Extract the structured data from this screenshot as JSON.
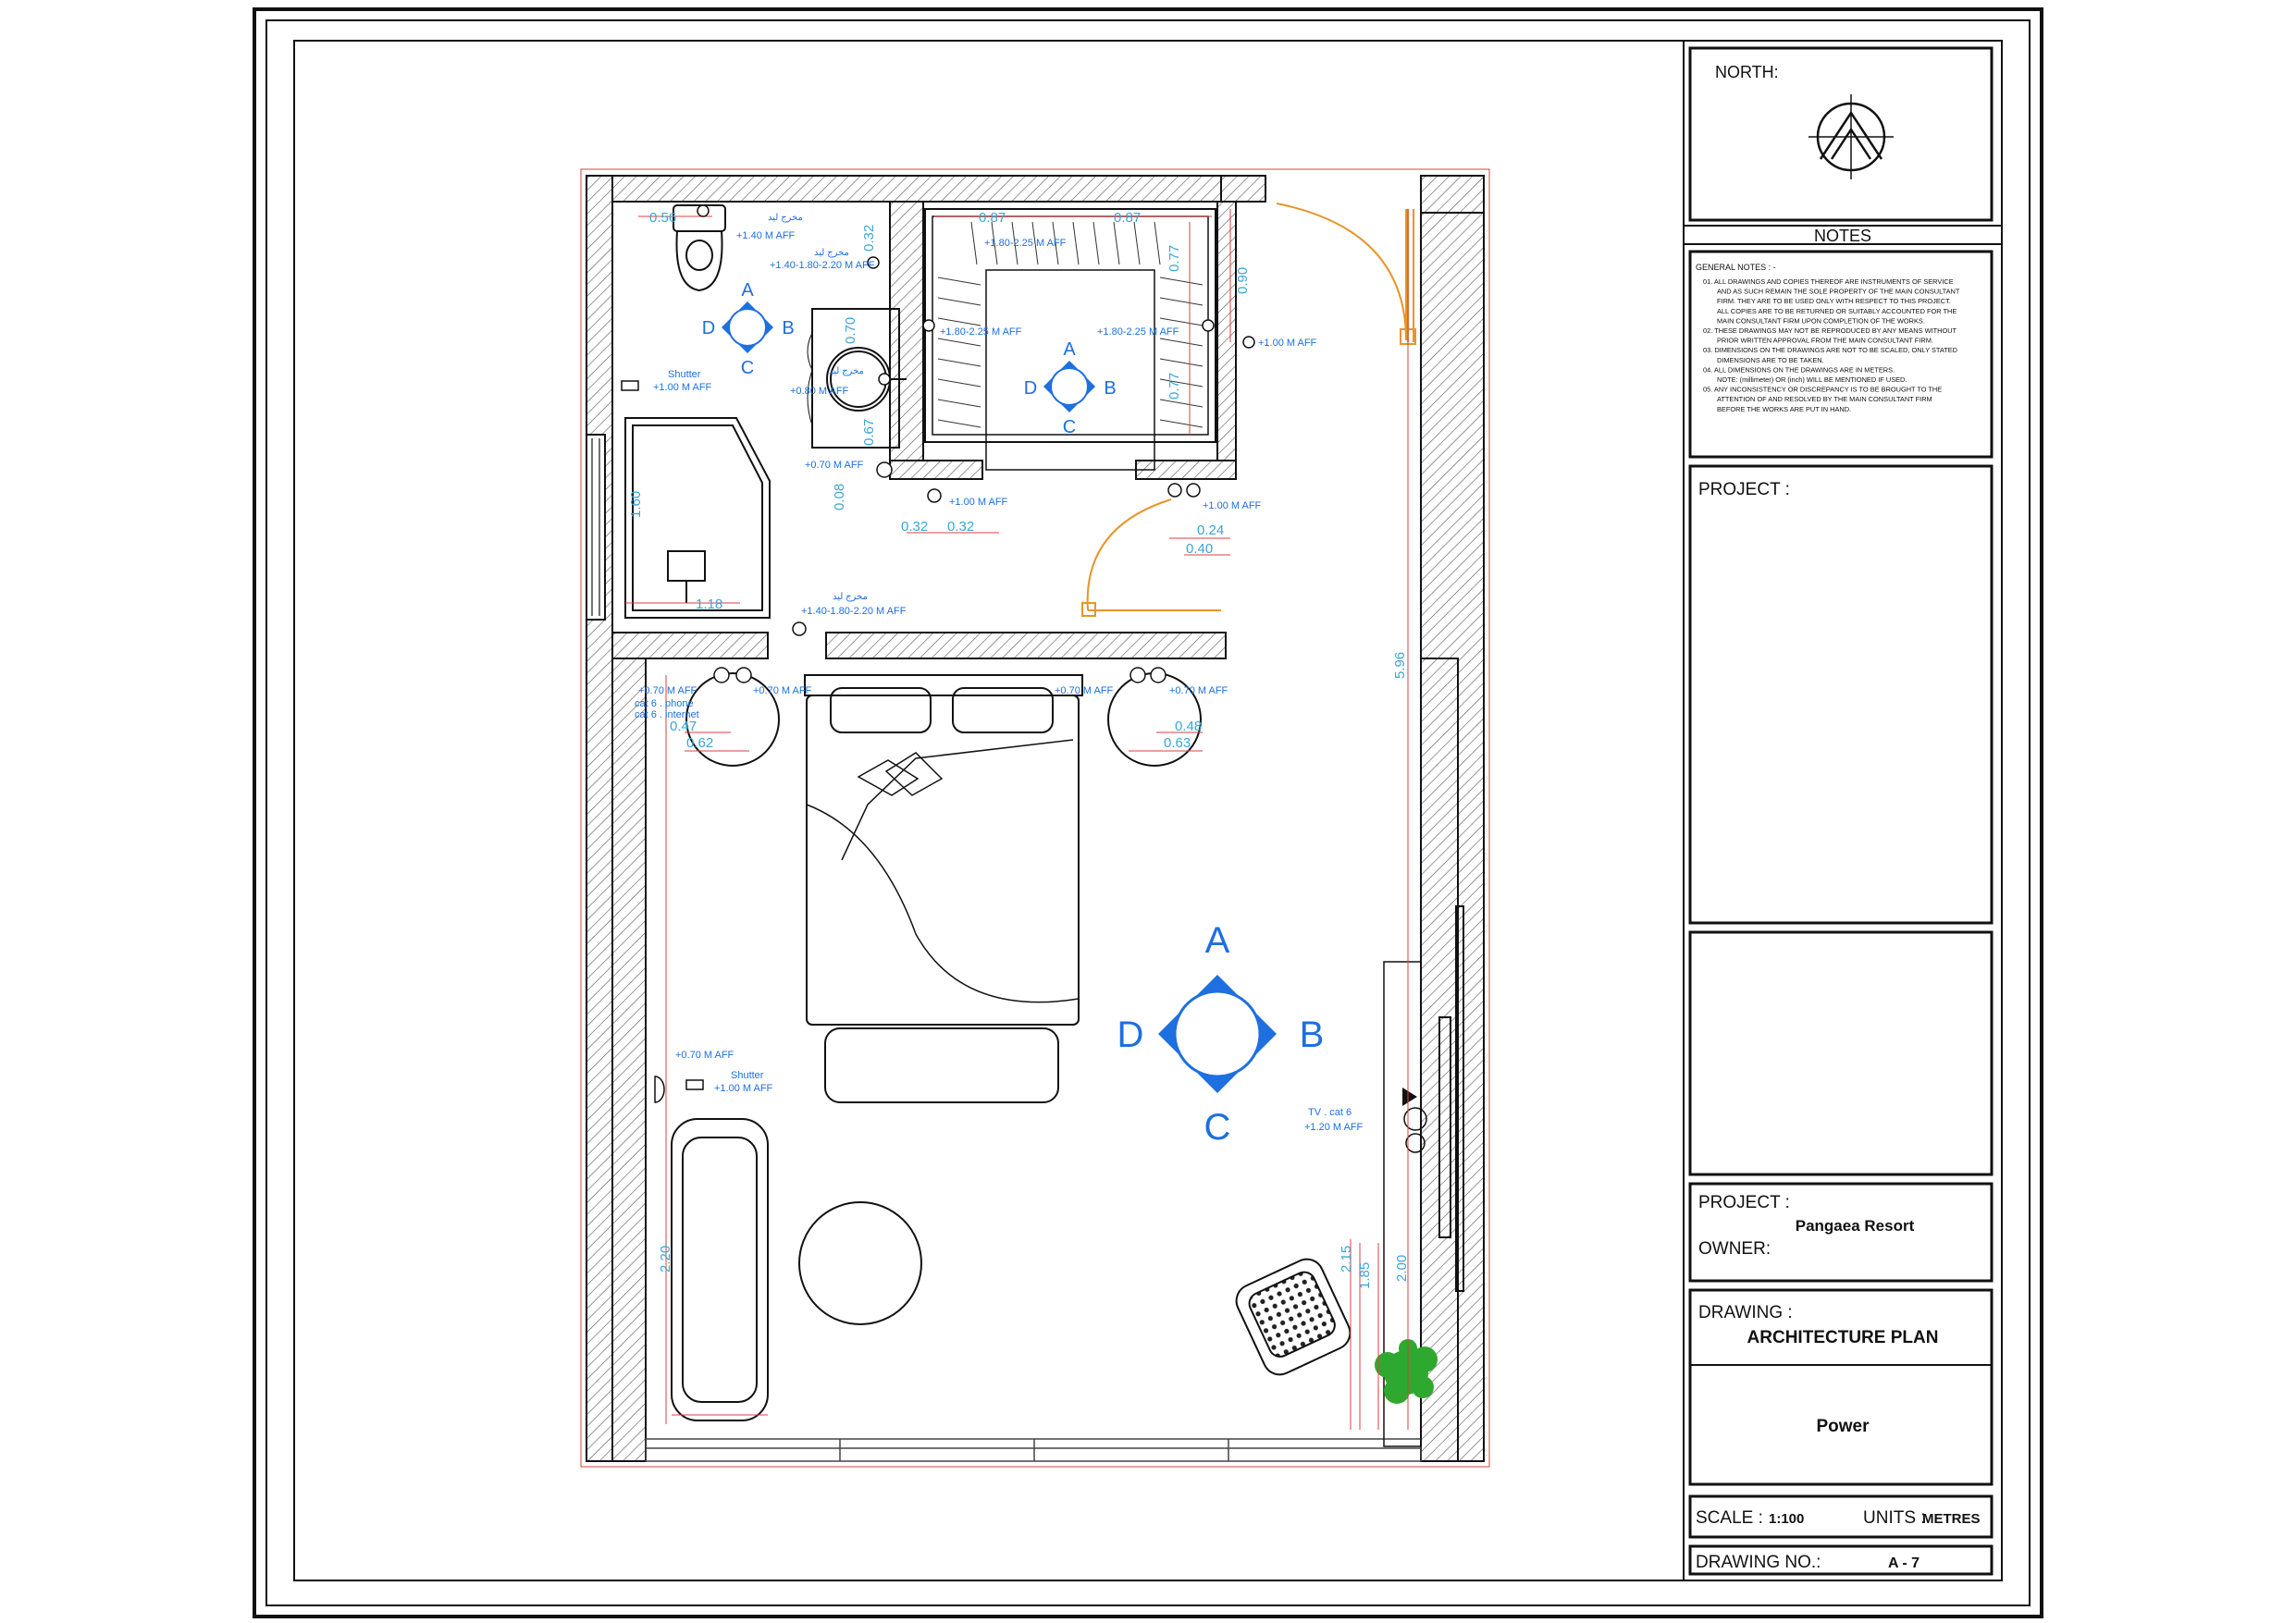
{
  "title_block": {
    "north_label": "NORTH:",
    "notes_header": "NOTES",
    "general_notes_title": "GENERAL NOTES : -",
    "notes": [
      "01. ALL DRAWINGS AND COPIES THEREOF ARE INSTRUMENTS OF SERVICE",
      "AND AS SUCH REMAIN THE SOLE PROPERTY OF THE MAIN CONSULTANT",
      "FIRM. THEY ARE TO BE USED ONLY WITH RESPECT TO THIS PROJECT.",
      "ALL COPIES ARE TO BE RETURNED OR SUITABLY ACCOUNTED FOR THE",
      "MAIN CONSULTANT FIRM UPON COMPLETION OF THE WORKS.",
      "02. THESE DRAWINGS MAY NOT BE REPRODUCED BY ANY MEANS WITHOUT",
      "PRIOR WRITTEN APPROVAL FROM THE MAIN CONSULTANT FIRM.",
      "03. DIMENSIONS ON THE DRAWINGS ARE NOT TO BE SCALED, ONLY STATED",
      "DIMENSIONS ARE TO BE TAKEN.",
      "04. ALL DIMENSIONS ON THE DRAWINGS ARE IN METERS.",
      "NOTE: (millimeter) OR (inch) WILL BE MENTIONED IF USED.",
      "05. ANY INCONSISTENCY OR DISCREPANCY IS TO BE BROUGHT TO THE",
      "ATTENTION OF AND RESOLVED BY THE MAIN CONSULTANT FIRM",
      "BEFORE THE WORKS ARE PUT IN HAND."
    ],
    "project_label_1": "PROJECT :",
    "project_label_2": "PROJECT :",
    "project_name": "Pangaea Resort",
    "owner_label": "OWNER:",
    "drawing_label": "DRAWING :",
    "drawing_title": "ARCHITECTURE PLAN",
    "drawing_subtitle": "Power",
    "scale_label": "SCALE :",
    "scale_value": "1:100",
    "units_label": "UNITS :",
    "units_value": "METRES",
    "drawing_no_label": "DRAWING NO.:",
    "drawing_no_value": "A - 7"
  },
  "plan": {
    "annotations": {
      "outlet_140": "+1.40 M AFF",
      "arabic_1": "مخرج ليد",
      "range_140_220_top": "+1.40-1.80-2.20 M AFF",
      "arabic_2": "مخرج ليد",
      "shutter_top": "Shutter",
      "shutter_top_aff": "+1.00 M AFF",
      "arabic_3": "مخرج ليد",
      "outlet_080": "+0.80 M AFF",
      "outlet_070_bath": "+0.70 M AFF",
      "closet_left": "+1.80-2.25 M AFF",
      "closet_right": "+1.80-2.25 M AFF",
      "closet_top": "+1.80-2.25 M AFF",
      "door_100_right": "+1.00 M AFF",
      "switch_100_mid": "+1.00 M AFF",
      "switch_100_lobby": "+1.00 M AFF",
      "arabic_4": "مخرج ليد",
      "range_140_220_mid": "+1.40-1.80-2.20 M AFF",
      "bed_left_070": "+0.70 M AFF",
      "cat6_phone": "cat 6 . phone",
      "cat6_internet": "cat 6 . internet",
      "bed_left_070b": "+0.70 M AFF",
      "bed_right_070a": "+0.70 M AFF",
      "bed_right_070b": "+0.70 M AFF",
      "sofa_070": "+0.70 M AFF",
      "shutter_bottom": "Shutter",
      "shutter_bottom_aff": "+1.00 M AFF",
      "tv_cat6": "TV . cat 6",
      "tv_aff": "+1.20 M AFF"
    },
    "dimensions": {
      "d056": "0.56",
      "d032_top": "0.32",
      "d070": "0.70",
      "d067": "0.67",
      "d008": "0.08",
      "d032_a": "0.32",
      "d032_b": "0.32",
      "d160": "1.60",
      "d118": "1.18",
      "d087_a": "0.87",
      "d087_b": "0.87",
      "d077_a": "0.77",
      "d077_b": "0.77",
      "d090": "0.90",
      "d024": "0.24",
      "d040": "0.40",
      "d596": "5.96",
      "d047": "0.47",
      "d062": "0.62",
      "d048": "0.48",
      "d063": "0.63",
      "d220": "2.20",
      "d215": "2.15",
      "d185": "1.85",
      "d200": "2.00"
    },
    "compass_small": {
      "a": "A",
      "b": "B",
      "c": "C",
      "d": "D"
    },
    "compass_closet": {
      "a": "A",
      "b": "B",
      "c": "C",
      "d": "D"
    },
    "compass_large": {
      "a": "A",
      "b": "B",
      "c": "C",
      "d": "D"
    }
  },
  "colors": {
    "line": "#1a1a1a",
    "annotation_blue": "#1e6fe0",
    "dimension_cyan": "#3aa6d8",
    "dimension_red": "#d94040",
    "door_orange": "#e8952a",
    "plant_green": "#2fa82f"
  }
}
